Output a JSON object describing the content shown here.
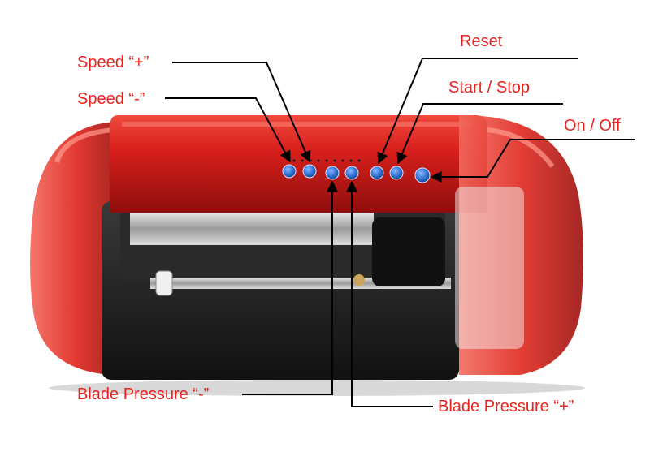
{
  "labels": {
    "speed_plus": "Speed “+”",
    "speed_minus": "Speed “-”",
    "reset": "Reset",
    "start_stop": "Start / Stop",
    "on_off": "On / Off",
    "blade_pressure_minus": "Blade Pressure “-”",
    "blade_pressure_plus": "Blade Pressure “+”"
  },
  "colors": {
    "label_text": "#e8231f",
    "body_red": "#d9201c",
    "button_blue": "#2f6fcf",
    "base_black": "#1e1e1e",
    "leader_line": "#000000"
  },
  "icons": {
    "buttons": [
      "v-plus-icon",
      "v-minus-icon",
      "f-minus-icon",
      "f-plus-icon",
      "cancel-icon",
      "pause-icon",
      "power-icon"
    ]
  }
}
